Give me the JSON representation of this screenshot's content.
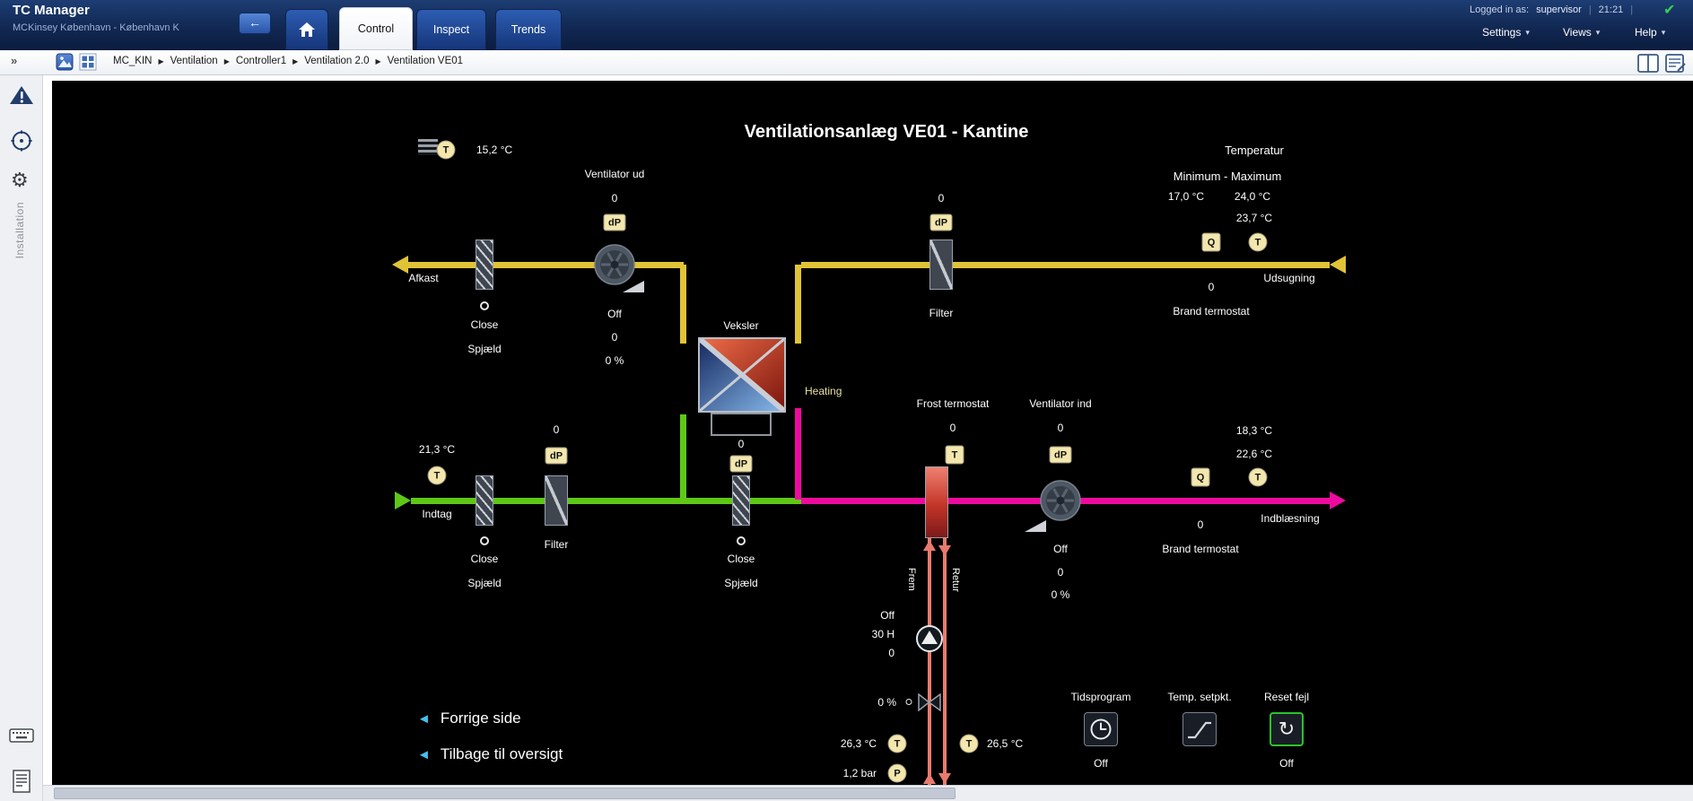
{
  "icons": {
    "caret_down": "▾",
    "crumb_sep": "▶",
    "back_arrow": "←",
    "link_arrow": "◄",
    "collapse": "»",
    "check": "✔",
    "gear": "⚙",
    "reset": "↻"
  },
  "header": {
    "app_title": "TC Manager",
    "site": "MCKinsey København - København K",
    "tabs": [
      {
        "label": "Control"
      },
      {
        "label": "Inspect"
      },
      {
        "label": "Trends"
      }
    ],
    "logged_in_label": "Logged in as:",
    "user": "supervisor",
    "divider": "|",
    "time": "21:21",
    "menus": [
      {
        "label": "Settings"
      },
      {
        "label": "Views"
      },
      {
        "label": "Help"
      }
    ]
  },
  "breadcrumb": {
    "items": [
      "MC_KIN",
      "Ventilation",
      "Controller1",
      "Ventilation 2.0",
      "Ventilation VE01"
    ]
  },
  "sidebar": {
    "installation": "Installation"
  },
  "diagram": {
    "title": "Ventilationsanlæg VE01 - Kantine",
    "outdoor_temp": "15,2 °C",
    "badge_t": "T",
    "badge_q": "Q",
    "badge_p": "P",
    "badge_dp": "dP",
    "fan_out": {
      "label": "Ventilator ud",
      "dp_value": "0",
      "status": "Off",
      "value": "0",
      "percent": "0 %"
    },
    "exhaust_out_label": "Afkast",
    "damper_out": {
      "status": "Close",
      "label": "Spjæld"
    },
    "exchanger_label": "Veksler",
    "filter_out": {
      "dp_value": "0",
      "label": "Filter"
    },
    "temperature_panel": {
      "title": "Temperatur",
      "subtitle": "Minimum - Maximum",
      "min": "17,0 °C",
      "max": "24,0 °C",
      "current": "23,7 °C"
    },
    "exhaust_in_label": "Udsugning",
    "fire_thermostat_top": {
      "value": "0",
      "label": "Brand termostat"
    },
    "intake": {
      "temp": "21,3 °C",
      "label": "Indtag"
    },
    "damper_in": {
      "status": "Close",
      "label": "Spjæld"
    },
    "filter_in": {
      "dp_value": "0",
      "label": "Filter"
    },
    "damper_bypass": {
      "dp_value": "0",
      "status": "Close",
      "label": "Spjæld"
    },
    "heating_label": "Heating",
    "frost_thermostat": {
      "label": "Frost termostat",
      "value": "0"
    },
    "fan_in": {
      "label": "Ventilator ind",
      "dp_value": "0",
      "status": "Off",
      "value": "0",
      "percent": "0 %"
    },
    "supply": {
      "temp_max": "18,3 °C",
      "temp_current": "22,6 °C",
      "label": "Indblæsning"
    },
    "fire_thermostat_bottom": {
      "value": "0",
      "label": "Brand termostat"
    },
    "heating_circuit": {
      "frem": "Frem",
      "retur": "Retur",
      "pump_status": "Off",
      "pump_hours": "30 H",
      "pump_value": "0",
      "valve_percent": "0 %",
      "supply_temp": "26,3 °C",
      "return_temp": "26,5 °C",
      "pressure": "1,2 bar"
    },
    "links": [
      {
        "label": "Forrige side"
      },
      {
        "label": "Tilbage til oversigt"
      }
    ],
    "controls": [
      {
        "label": "Tidsprogram",
        "status": "Off"
      },
      {
        "label": "Temp. setpkt.",
        "status": ""
      },
      {
        "label": "Reset fejl",
        "status": "Off"
      }
    ]
  }
}
